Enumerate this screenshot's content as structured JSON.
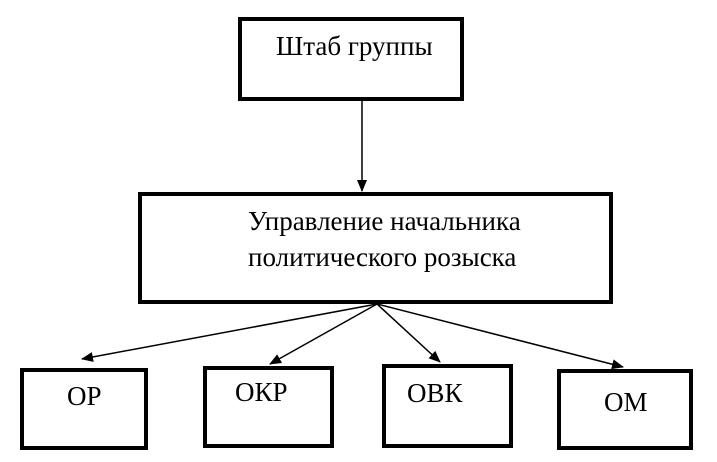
{
  "diagram": {
    "root": {
      "label": "Штаб группы"
    },
    "management": {
      "line1": "Управление начальника",
      "line2": "политического розыска"
    },
    "units": [
      {
        "label": "ОР"
      },
      {
        "label": "ОКР"
      },
      {
        "label": "ОВК"
      },
      {
        "label": "ОМ"
      }
    ],
    "colors": {
      "line": "#000000",
      "background": "#ffffff"
    }
  }
}
